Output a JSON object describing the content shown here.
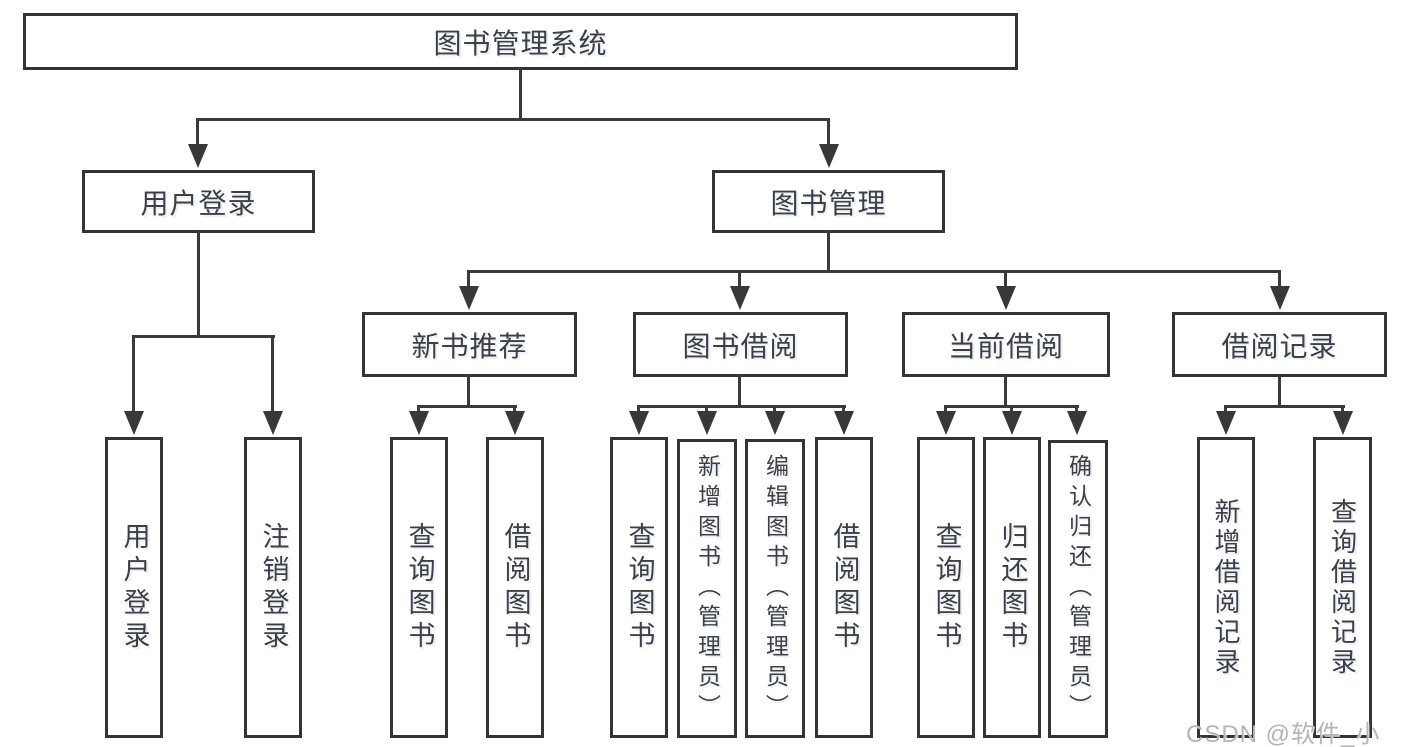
{
  "diagram": {
    "root": {
      "label": "图书管理系统"
    },
    "level2": [
      {
        "label": "用户登录"
      },
      {
        "label": "图书管理"
      }
    ],
    "level3": [
      {
        "label": "新书推荐"
      },
      {
        "label": "图书借阅"
      },
      {
        "label": "当前借阅"
      },
      {
        "label": "借阅记录"
      }
    ],
    "leaves": {
      "user_login": [
        {
          "label": "用户登录"
        },
        {
          "label": "注销登录"
        }
      ],
      "new_book": [
        {
          "label": "查询图书"
        },
        {
          "label": "借阅图书"
        }
      ],
      "book_borrow": [
        {
          "label": "查询图书"
        },
        {
          "label": "新增图书（管理员）"
        },
        {
          "label": "编辑图书（管理员）"
        },
        {
          "label": "借阅图书"
        }
      ],
      "current_borrow": [
        {
          "label": "查询图书"
        },
        {
          "label": "归还图书"
        },
        {
          "label": "确认归还（管理员）"
        }
      ],
      "borrow_record": [
        {
          "label": "新增借阅记录"
        },
        {
          "label": "查询借阅记录"
        }
      ]
    },
    "watermark": "CSDN @软件_小贺同学",
    "colors": {
      "line": "#3a3a3a",
      "border": "#343434",
      "text": "#3f3f3f",
      "watermark": "#b5b5b5",
      "background": "#ffffff"
    }
  }
}
